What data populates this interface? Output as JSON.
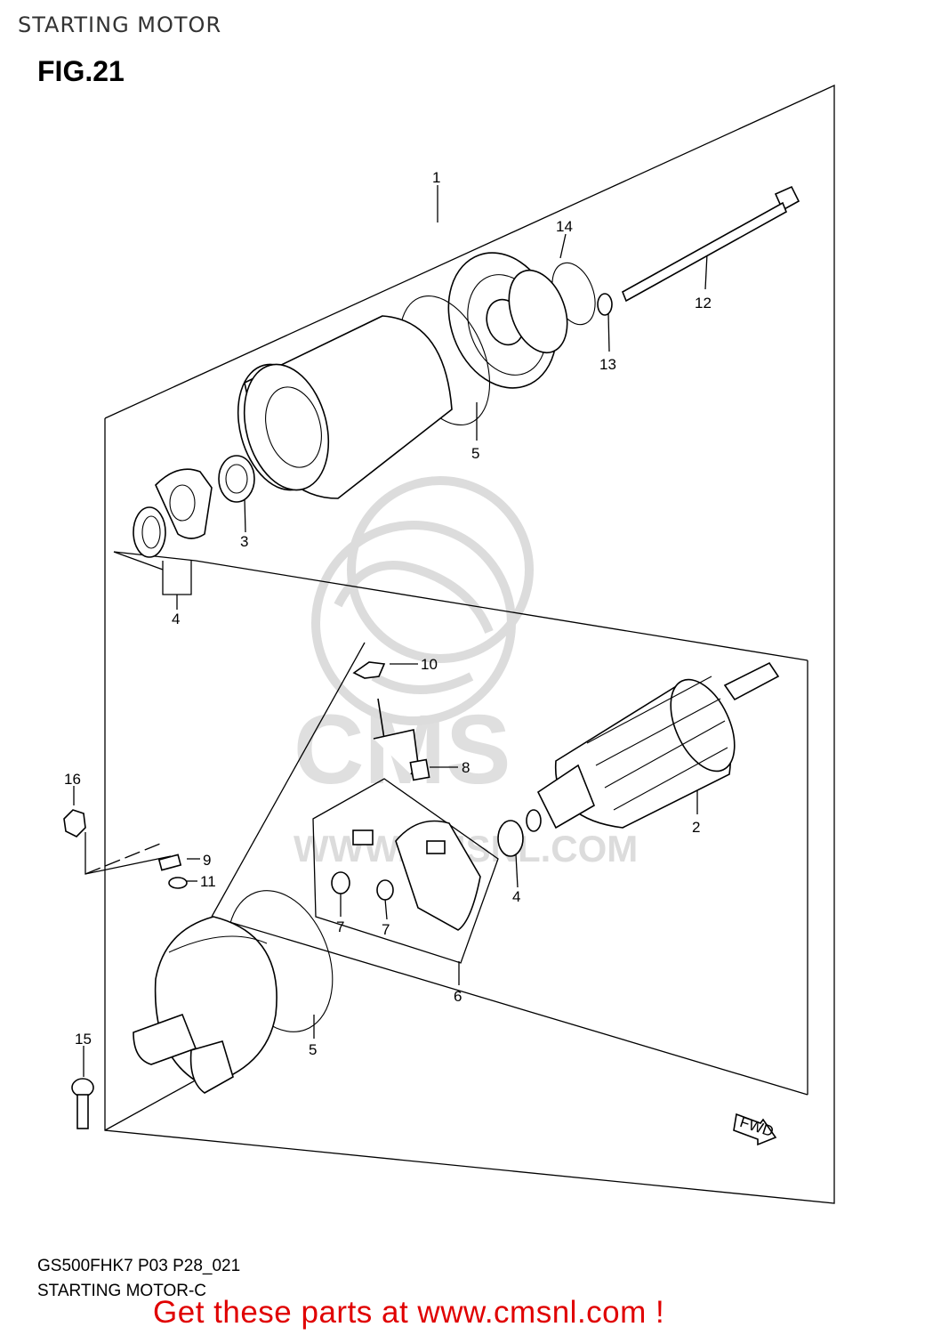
{
  "header": {
    "title": "STARTING MOTOR"
  },
  "figure": {
    "label": "FIG.21"
  },
  "callouts": {
    "c1": "1",
    "c2": "2",
    "c3": "3",
    "c4a": "4",
    "c4b": "4",
    "c5a": "5",
    "c5b": "5",
    "c6": "6",
    "c7a": "7",
    "c7b": "7",
    "c8": "8",
    "c9": "9",
    "c10": "10",
    "c11": "11",
    "c12": "12",
    "c13": "13",
    "c14": "14",
    "c15": "15",
    "c16": "16"
  },
  "direction_marker": "FWD",
  "watermark": {
    "brand": "CMS",
    "url": "WWW.CMSNL.COM"
  },
  "footer": {
    "code": "GS500FHK7 P03 P28_021",
    "subtitle": "STARTING MOTOR-C",
    "cta": "Get these parts at www.cmsnl.com !"
  }
}
